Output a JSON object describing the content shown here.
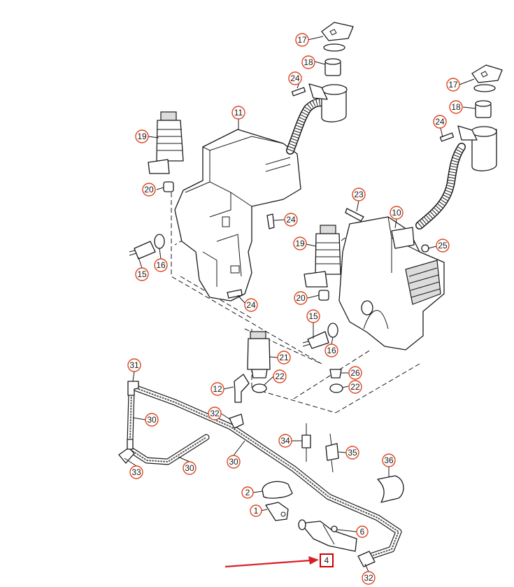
{
  "callouts": [
    {
      "id": "c17a",
      "label": "17"
    },
    {
      "id": "c18a",
      "label": "18"
    },
    {
      "id": "c24a",
      "label": "24"
    },
    {
      "id": "c17b",
      "label": "17"
    },
    {
      "id": "c18b",
      "label": "18"
    },
    {
      "id": "c24b",
      "label": "24"
    },
    {
      "id": "c11",
      "label": "11"
    },
    {
      "id": "c19a",
      "label": "19"
    },
    {
      "id": "c20a",
      "label": "20"
    },
    {
      "id": "c24c",
      "label": "24"
    },
    {
      "id": "c23",
      "label": "23"
    },
    {
      "id": "c10",
      "label": "10"
    },
    {
      "id": "c25",
      "label": "25"
    },
    {
      "id": "c19b",
      "label": "19"
    },
    {
      "id": "c15a",
      "label": "15"
    },
    {
      "id": "c16a",
      "label": "16"
    },
    {
      "id": "c20b",
      "label": "20"
    },
    {
      "id": "c24d",
      "label": "24"
    },
    {
      "id": "c15b",
      "label": "15"
    },
    {
      "id": "c16b",
      "label": "16"
    },
    {
      "id": "c21",
      "label": "21"
    },
    {
      "id": "c31",
      "label": "31"
    },
    {
      "id": "c26",
      "label": "26"
    },
    {
      "id": "c22a",
      "label": "22"
    },
    {
      "id": "c12",
      "label": "12"
    },
    {
      "id": "c22b",
      "label": "22"
    },
    {
      "id": "c32a",
      "label": "32"
    },
    {
      "id": "c30a",
      "label": "30"
    },
    {
      "id": "c34",
      "label": "34"
    },
    {
      "id": "c35",
      "label": "35"
    },
    {
      "id": "c33",
      "label": "33"
    },
    {
      "id": "c30b",
      "label": "30"
    },
    {
      "id": "c30c",
      "label": "30"
    },
    {
      "id": "c36",
      "label": "36"
    },
    {
      "id": "c2",
      "label": "2"
    },
    {
      "id": "c1",
      "label": "1"
    },
    {
      "id": "c6",
      "label": "6"
    },
    {
      "id": "c4",
      "label": "4",
      "highlighted": true
    },
    {
      "id": "c32b",
      "label": "32"
    }
  ],
  "colors": {
    "callout_ring": "#e0451f",
    "highlight_box": "#cc0000",
    "arrow": "#d81f26",
    "line": "#1a1a1a"
  }
}
